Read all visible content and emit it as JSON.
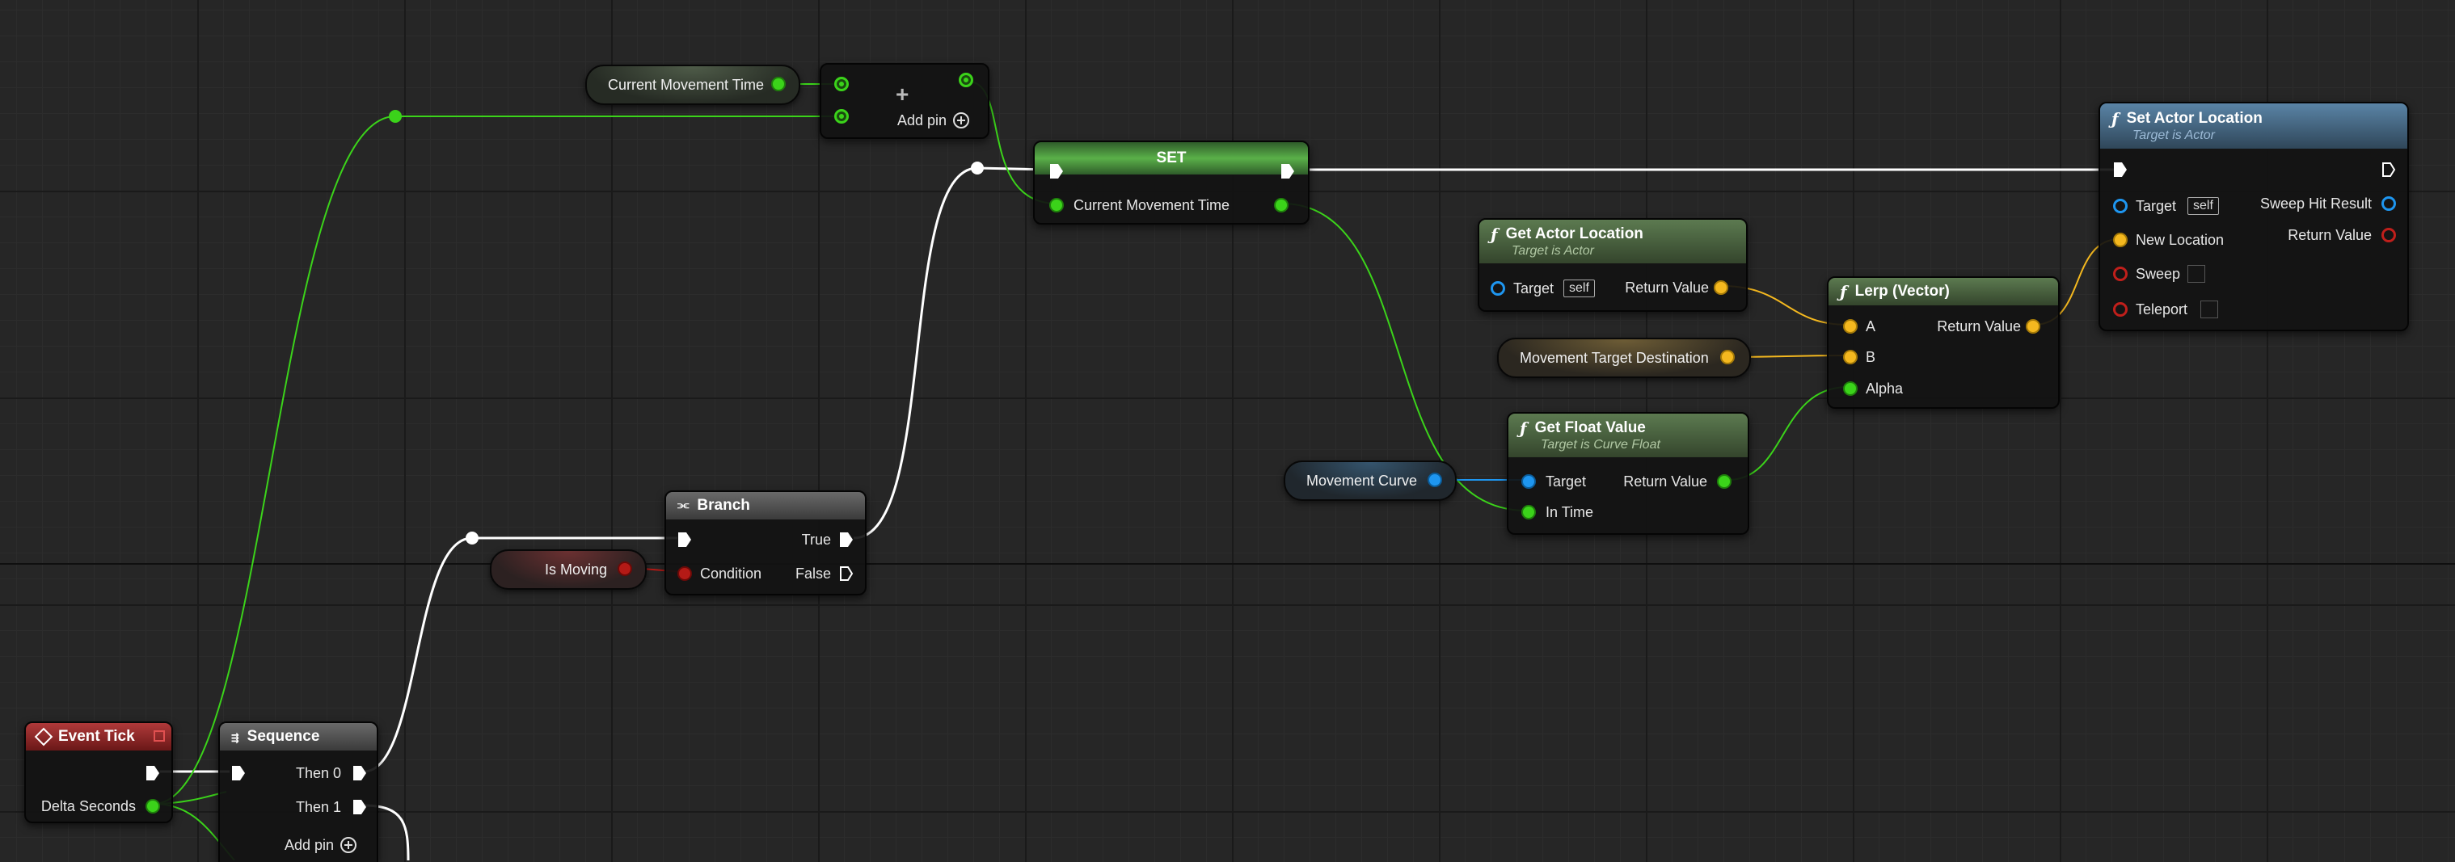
{
  "graph": {
    "nodes": {
      "event_tick": {
        "title": "Event Tick",
        "out_delta": "Delta Seconds"
      },
      "sequence": {
        "title": "Sequence",
        "then0": "Then 0",
        "then1": "Then 1",
        "add_pin": "Add pin"
      },
      "branch": {
        "title": "Branch",
        "condition": "Condition",
        "true_label": "True",
        "false_label": "False"
      },
      "add_node": {
        "add_pin": "Add pin",
        "plus": "+"
      },
      "set_node": {
        "title": "SET",
        "pin_label": "Current Movement Time"
      },
      "get_actor_location": {
        "title": "Get Actor Location",
        "subtitle": "Target is Actor",
        "target": "Target",
        "self": "self",
        "return_value": "Return Value"
      },
      "get_float_value": {
        "title": "Get Float Value",
        "subtitle": "Target is Curve Float",
        "target": "Target",
        "in_time": "In Time",
        "return_value": "Return Value"
      },
      "lerp_vector": {
        "title": "Lerp (Vector)",
        "a": "A",
        "b": "B",
        "alpha": "Alpha",
        "return_value": "Return Value"
      },
      "set_actor_location": {
        "title": "Set Actor Location",
        "subtitle": "Target is Actor",
        "target": "Target",
        "self": "self",
        "new_location": "New Location",
        "sweep": "Sweep",
        "teleport": "Teleport",
        "sweep_hit_result": "Sweep Hit Result",
        "return_value": "Return Value"
      }
    },
    "variables": {
      "current_movement_time": "Current Movement Time",
      "is_moving": "Is Moving",
      "movement_target_destination": "Movement Target Destination",
      "movement_curve": "Movement Curve"
    },
    "colors": {
      "exec": "#ffffff",
      "float": "#3bd31a",
      "vector": "#f4b81f",
      "object": "#1e96f0",
      "bool": "#b41a16",
      "background": "#262626"
    }
  }
}
